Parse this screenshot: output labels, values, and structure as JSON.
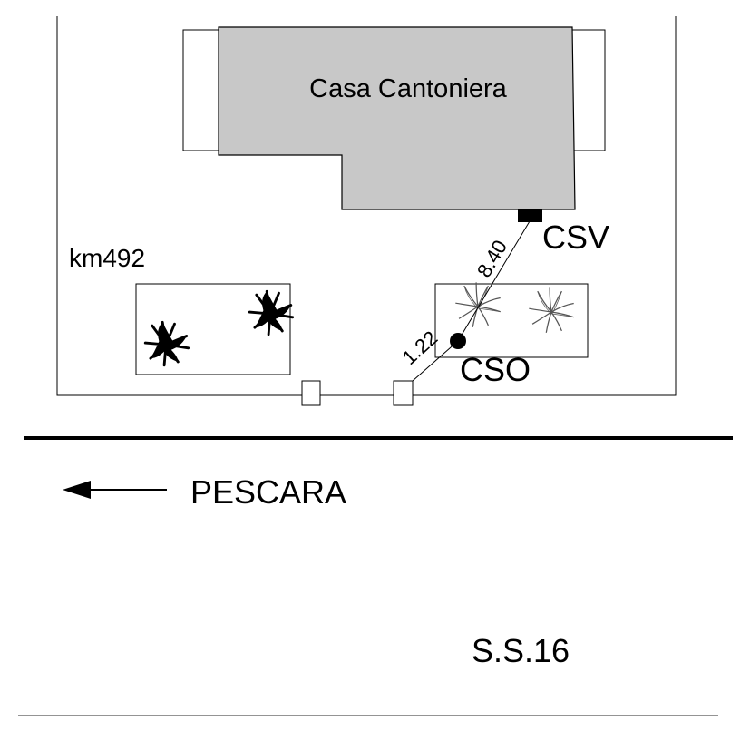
{
  "labels": {
    "building": "Casa Cantoniera",
    "km_marker": "km492",
    "csv": "CSV",
    "cso": "CSO",
    "dist_csv": "8.40",
    "dist_cso": "1.22",
    "direction": "PESCARA",
    "road": "S.S.16"
  },
  "colors": {
    "building_fill": "#c8c8c8",
    "ink": "#000000",
    "plant_light": "#555555"
  },
  "icons": {
    "direction": "arrow-left-icon",
    "plant": "plant-icon"
  }
}
